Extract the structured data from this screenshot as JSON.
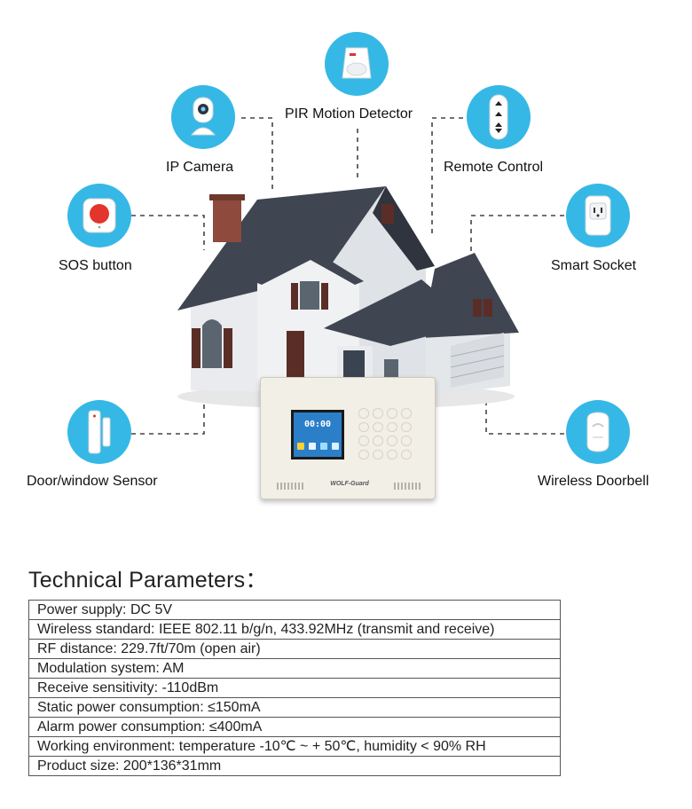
{
  "devices": {
    "pir": {
      "label": "PIR Motion Detector",
      "icon": "pir-sensor-icon"
    },
    "camera": {
      "label": "IP Camera",
      "icon": "ip-camera-icon"
    },
    "remote": {
      "label": "Remote Control",
      "icon": "remote-control-icon"
    },
    "sos": {
      "label": "SOS button",
      "icon": "sos-button-icon"
    },
    "socket": {
      "label": "Smart Socket",
      "icon": "smart-socket-icon"
    },
    "door": {
      "label": "Door/window Sensor",
      "icon": "door-sensor-icon"
    },
    "doorbell": {
      "label": "Wireless Doorbell",
      "icon": "wireless-doorbell-icon"
    }
  },
  "panel": {
    "screen_time": "00:00",
    "brand": "WOLF-Guard"
  },
  "tech": {
    "title": "Technical Parameters：",
    "rows": [
      "Power supply: DC 5V",
      "Wireless standard: IEEE 802.11 b/g/n, 433.92MHz (transmit and receive)",
      "RF distance: 229.7ft/70m (open air)",
      "Modulation system: AM",
      "Receive sensitivity: -110dBm",
      "Static power consumption: ≤150mA",
      "Alarm power consumption: ≤400mA",
      "Working environment: temperature -10℃ ~ + 50℃, humidity < 90% RH",
      "Product size: 200*136*31mm"
    ]
  },
  "colors": {
    "accent": "#35b8e6",
    "roof": "#3f4551",
    "siding": "#e9ebee",
    "shutter": "#5a2e26"
  }
}
